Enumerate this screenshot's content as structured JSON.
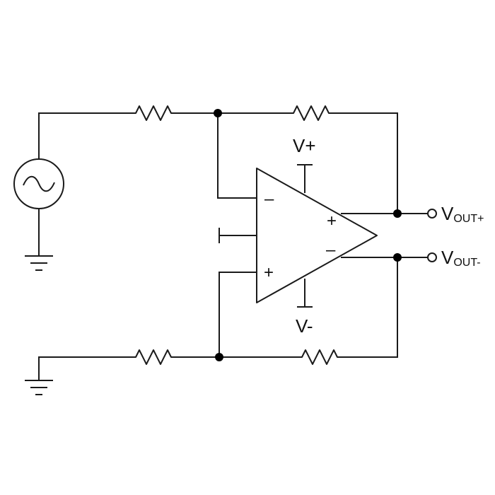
{
  "labels": {
    "vplus": "V+",
    "vminus": "V-",
    "out_pos_main": "V",
    "out_pos_sub": "OUT+",
    "out_neg_main": "V",
    "out_neg_sub": "OUT-",
    "in_minus": "–",
    "in_plus": "+",
    "out_plus": "+",
    "out_minus": "–"
  },
  "colors": {
    "ink": "#1a1a1a",
    "background": "#ffffff"
  },
  "icons": {
    "source": "ac-source-icon",
    "ground": "ground-icon",
    "resistor": "resistor-icon",
    "amplifier": "fully-differential-amplifier-icon"
  }
}
